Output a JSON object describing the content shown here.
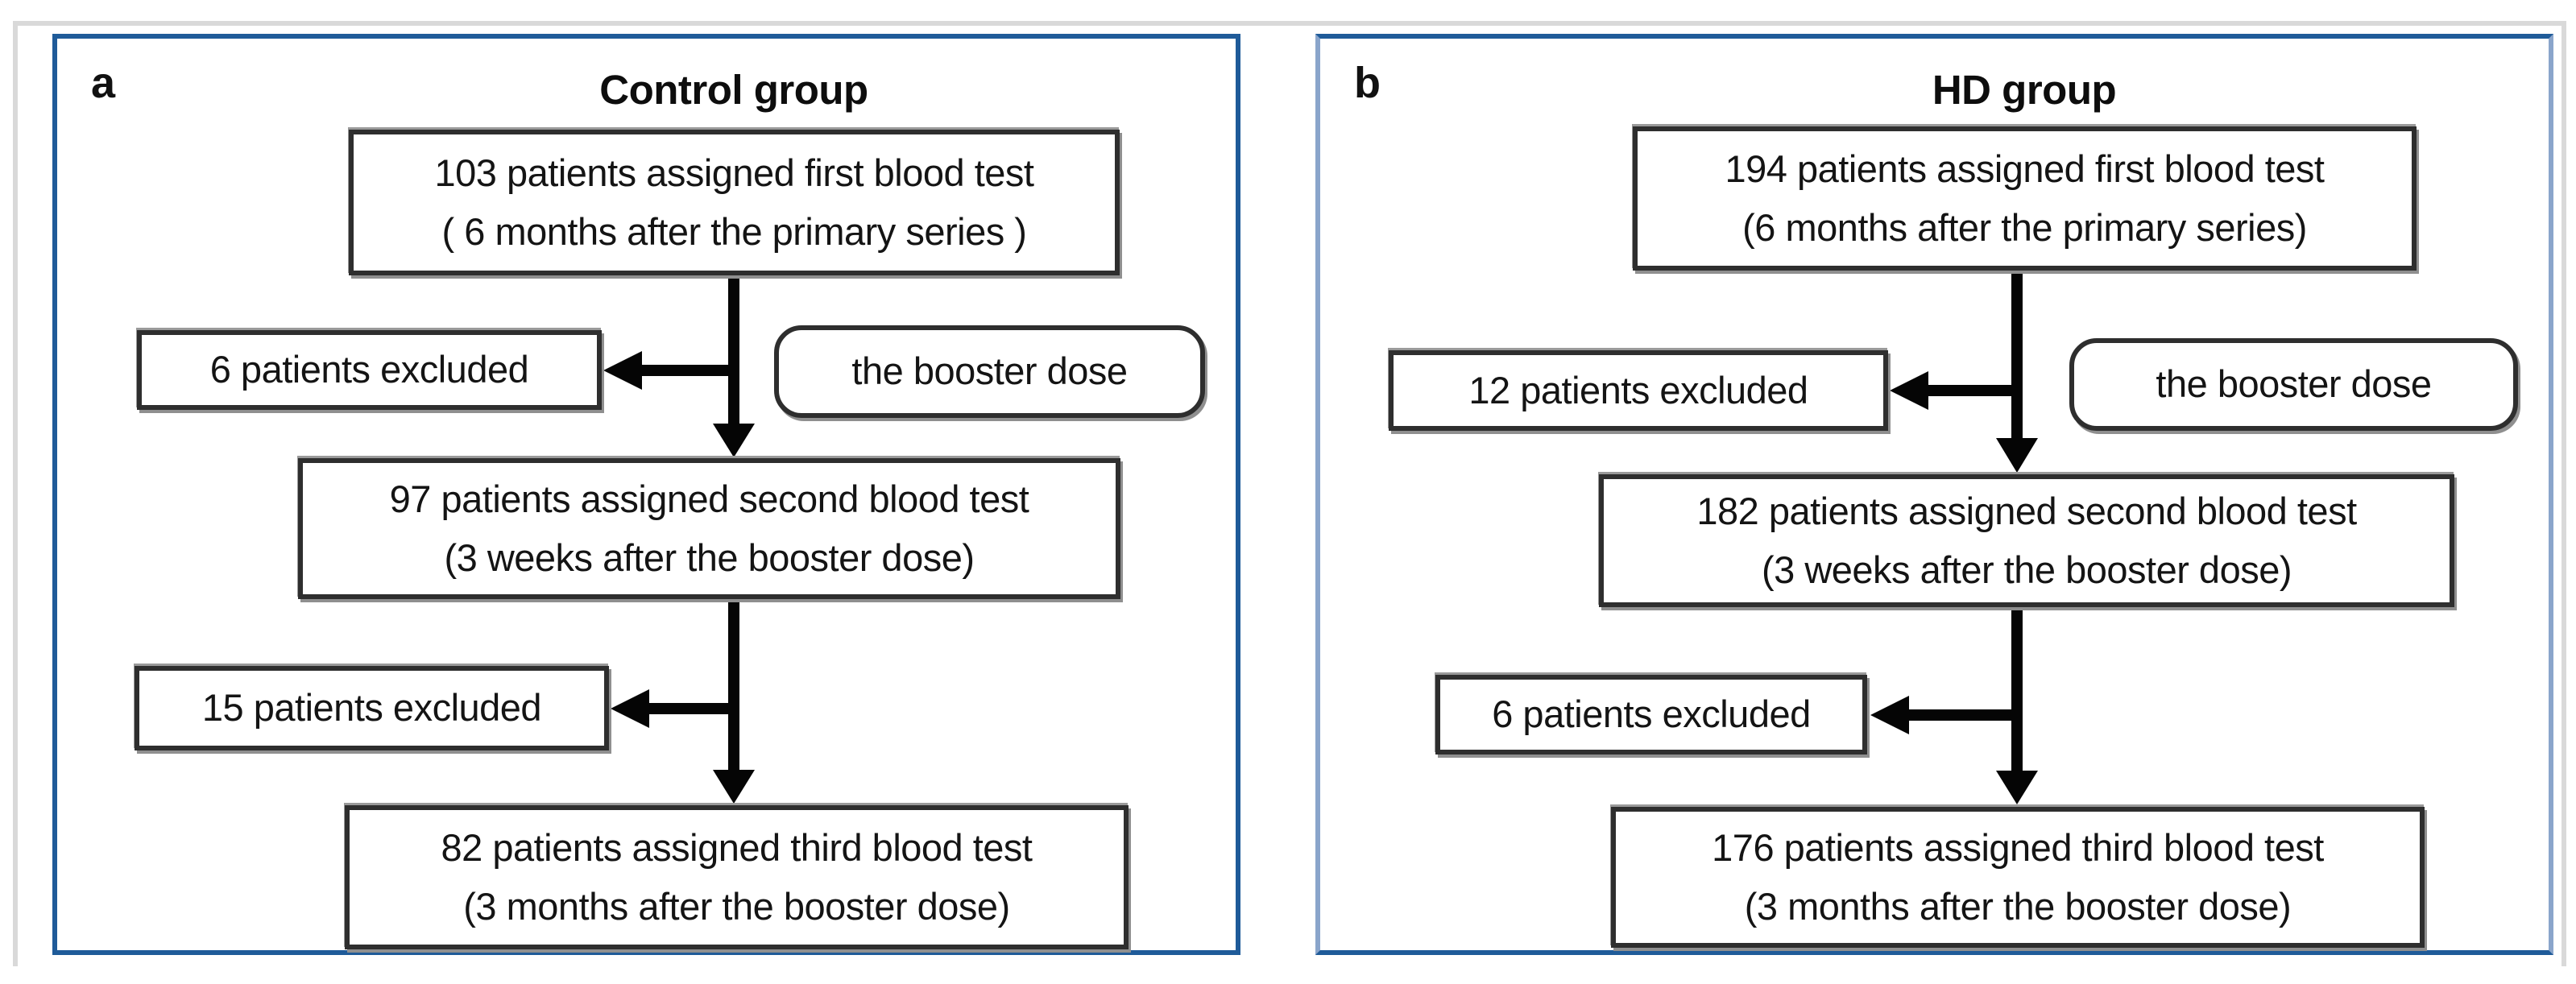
{
  "figure": {
    "colors": {
      "panel_border": "#1f5b99",
      "panel_border_light": "#8aa5cb",
      "box_border": "#2e2e2e",
      "box_shadow": "#8f8f8f",
      "frame": "#d9d9d9",
      "arrow": "#050505",
      "text": "#141414"
    },
    "panels": [
      {
        "label": "a",
        "title": "Control group",
        "box1": {
          "line1": "103 patients assigned first blood test",
          "line2": "( 6 months after the primary series )"
        },
        "excluded1": "6 patients excluded",
        "booster": "the booster dose",
        "box2": {
          "line1": "97 patients assigned second blood test",
          "line2": "(3 weeks after the booster dose)"
        },
        "excluded2": "15 patients excluded",
        "box3": {
          "line1": "82 patients assigned third blood test",
          "line2": "(3 months after the booster dose)"
        }
      },
      {
        "label": "b",
        "title": "HD group",
        "box1": {
          "line1": "194 patients assigned first blood test",
          "line2": "(6 months after the primary series)"
        },
        "excluded1": "12 patients excluded",
        "booster": "the booster dose",
        "box2": {
          "line1": "182 patients assigned second blood test",
          "line2": "(3 weeks after the booster dose)"
        },
        "excluded2": "6 patients excluded",
        "box3": {
          "line1": "176 patients assigned third blood test",
          "line2": "(3 months after the booster dose)"
        }
      }
    ]
  }
}
